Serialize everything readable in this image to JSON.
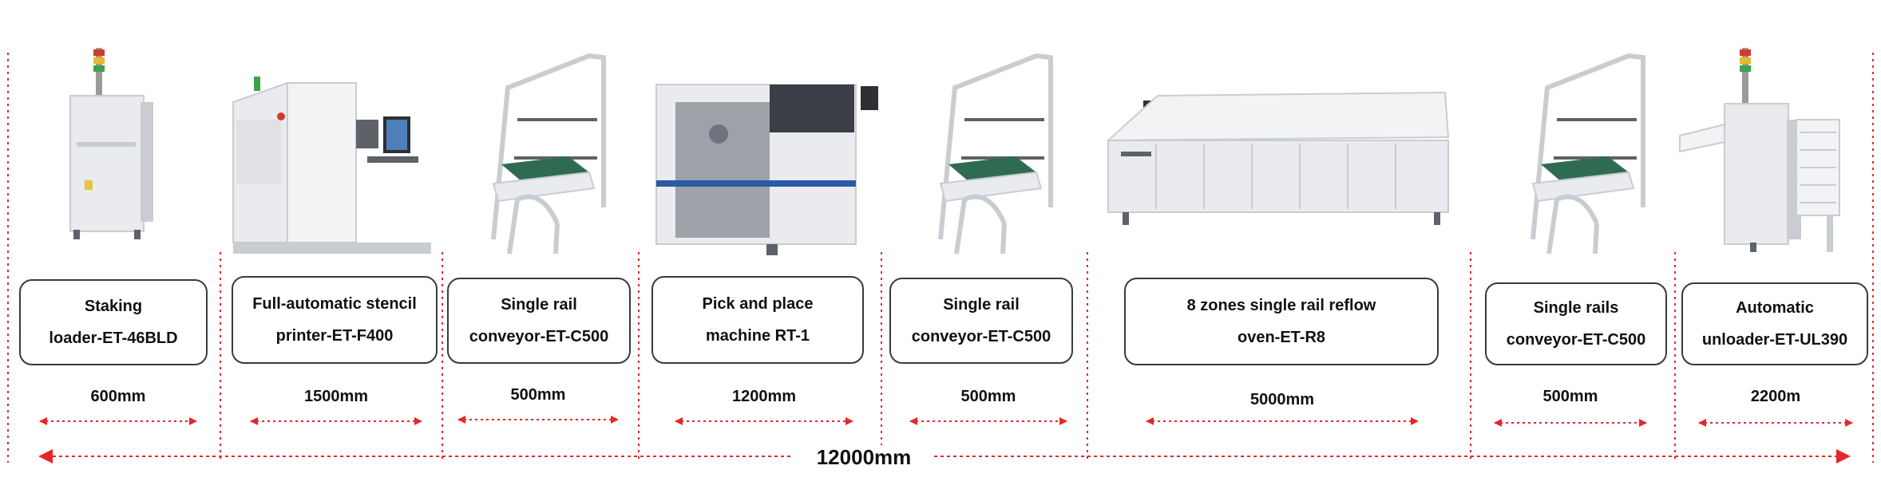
{
  "colors": {
    "divider": "#e8262a",
    "arrow": "#e8262a",
    "box_border": "#3a3a3a",
    "machine_body": "#e9ebee",
    "machine_shadow": "#c9ccd1",
    "machine_dark": "#5d6168",
    "conveyor_belt": "#2f6b52"
  },
  "stations": [
    {
      "line1": "Staking",
      "line2": "loader-ET-46BLD",
      "length": "600mm",
      "icon": "loader-machine-icon"
    },
    {
      "line1": "Full-automatic stencil",
      "line2": "printer-ET-F400",
      "length": "1500mm",
      "icon": "stencil-printer-icon"
    },
    {
      "line1": "Single rail",
      "line2": "conveyor-ET-C500",
      "length": "500mm",
      "icon": "conveyor-icon"
    },
    {
      "line1": "Pick and place",
      "line2": "machine RT-1",
      "length": "1200mm",
      "icon": "pick-and-place-icon"
    },
    {
      "line1": "Single rail",
      "line2": "conveyor-ET-C500",
      "length": "500mm",
      "icon": "conveyor-icon"
    },
    {
      "line1": "8 zones single rail reflow",
      "line2": "oven-ET-R8",
      "length": "5000mm",
      "icon": "reflow-oven-icon"
    },
    {
      "line1": "Single rails",
      "line2": "conveyor-ET-C500",
      "length": "500mm",
      "icon": "conveyor-icon"
    },
    {
      "line1": "Automatic",
      "line2": "unloader-ET-UL390",
      "length": "2200m",
      "icon": "unloader-machine-icon"
    }
  ],
  "total_length": "12000mm"
}
